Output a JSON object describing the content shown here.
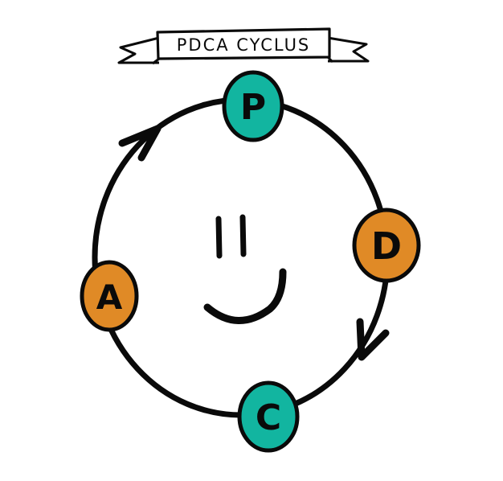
{
  "banner": {
    "title": "PDCA CYCLUS"
  },
  "nodes": {
    "plan": {
      "letter": "P",
      "color": "#12b5a0"
    },
    "do": {
      "letter": "D",
      "color": "#e08a26"
    },
    "check": {
      "letter": "C",
      "color": "#12b5a0"
    },
    "act": {
      "letter": "A",
      "color": "#e08a26"
    }
  },
  "colors": {
    "stroke": "#0a0a0a",
    "background": "#ffffff"
  },
  "icons": {
    "face": "smiley-face-icon",
    "arrows": "arrowhead-icon"
  }
}
